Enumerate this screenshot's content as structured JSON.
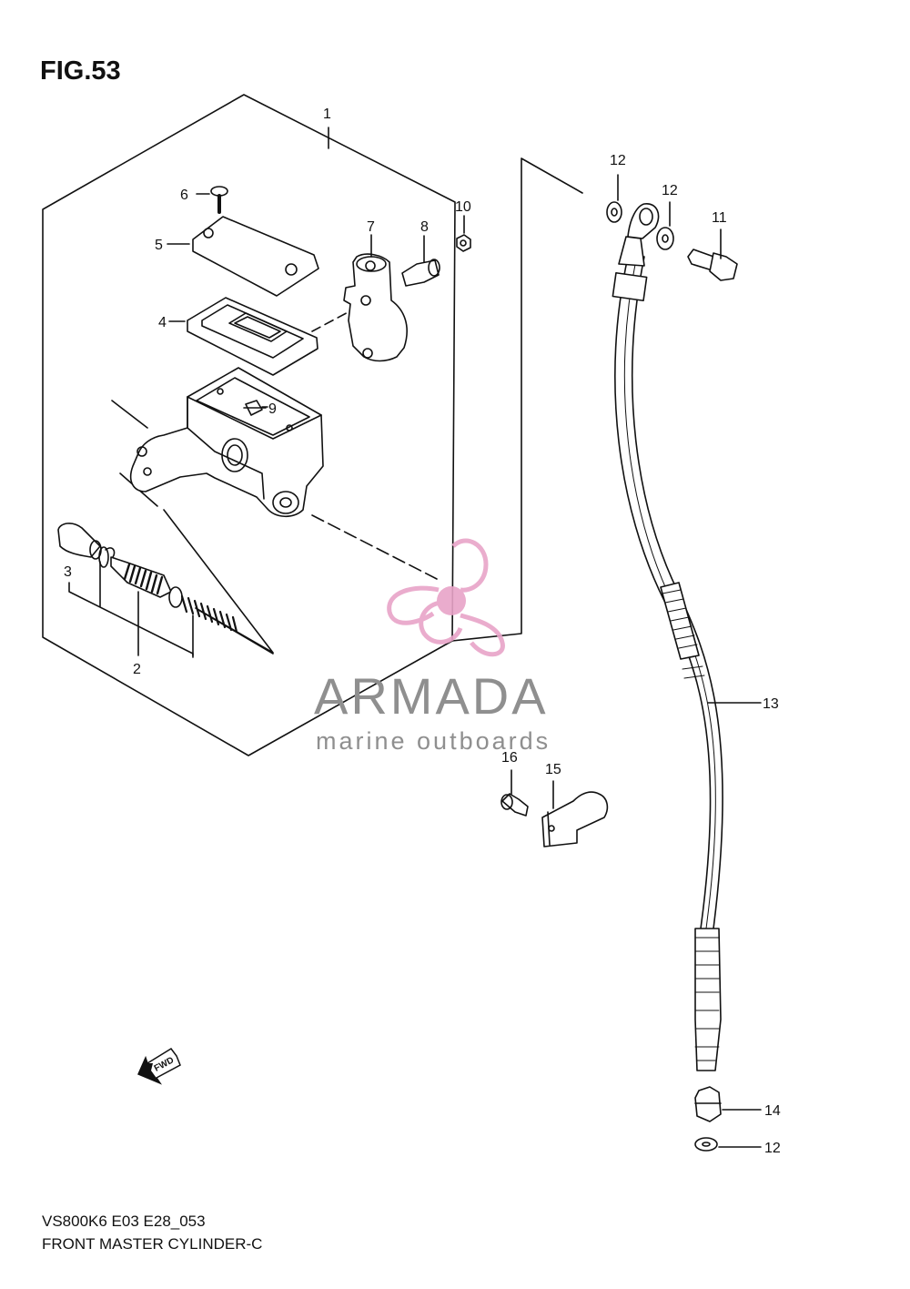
{
  "figure": {
    "title": "FIG.53",
    "model_code": "VS800K6 E03 E28_053",
    "name": "FRONT MASTER CYLINDER-C"
  },
  "watermark": {
    "brand": "ARMADA",
    "tagline": "marine outboards",
    "logo_color": "#e8a4c8",
    "text_color": "#8f8f8f"
  },
  "direction_marker": {
    "label": "FWD"
  },
  "callouts": [
    "1",
    "2",
    "3",
    "4",
    "5",
    "6",
    "7",
    "8",
    "9",
    "10",
    "11",
    "12",
    "12",
    "12",
    "13",
    "14",
    "15",
    "16"
  ]
}
